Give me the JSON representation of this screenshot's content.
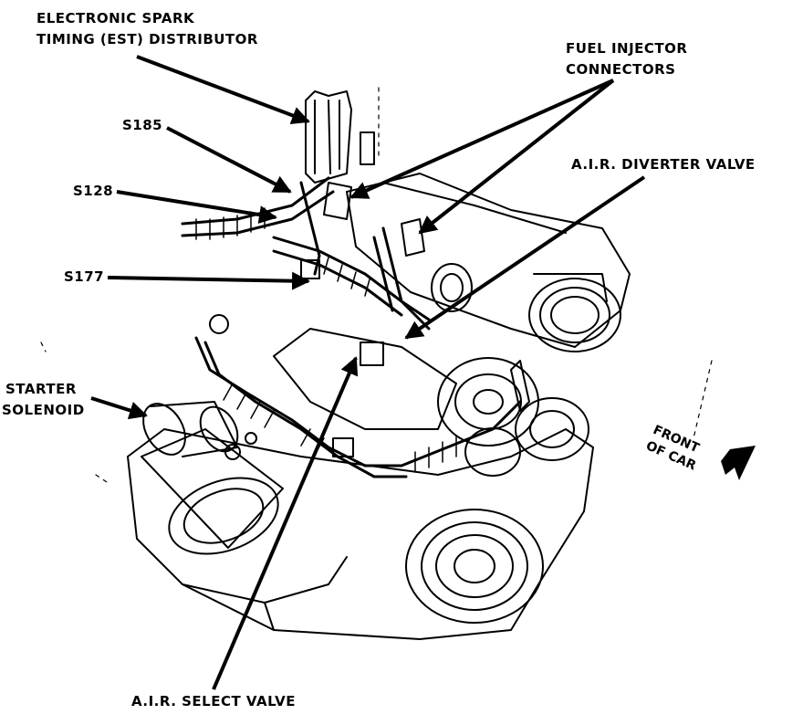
{
  "labels": {
    "est_line1": "ELECTRONIC SPARK",
    "est_line2": "TIMING (EST) DISTRIBUTOR",
    "s185": "S185",
    "s128": "S128",
    "s177": "S177",
    "fuel_line1": "FUEL INJECTOR",
    "fuel_line2": "CONNECTORS",
    "air_diverter": "A.I.R. DIVERTER VALVE",
    "starter_line1": "STARTER",
    "starter_line2": "SOLENOID",
    "air_select": "A.I.R. SELECT VALVE",
    "front_line1": "FRONT",
    "front_line2": "OF CAR"
  },
  "colors": {
    "ink": "#000000",
    "paper": "#ffffff"
  }
}
